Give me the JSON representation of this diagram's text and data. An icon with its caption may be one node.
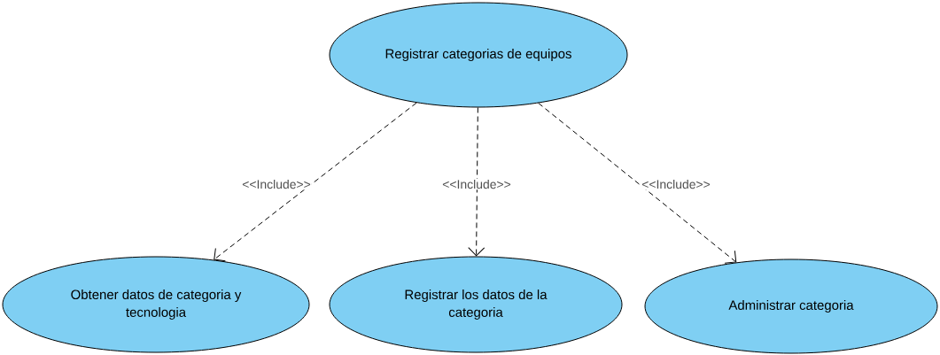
{
  "diagram": {
    "nodes": [
      {
        "text": [
          "Registrar categorias de equipos"
        ]
      },
      {
        "text": [
          "Obtener datos de categoria y tecnologia"
        ]
      },
      {
        "text": [
          "Registrar los datos de la categoria"
        ]
      },
      {
        "text": [
          "Administrar categoria"
        ]
      }
    ],
    "edges": [
      {
        "from": 0,
        "to": 1,
        "arrow": "to",
        "label": "<<Include>>",
        "style": "dashed"
      },
      {
        "from": 0,
        "to": 2,
        "arrow": "to",
        "label": "<<Include>>",
        "style": "dashed"
      },
      {
        "from": 0,
        "to": 3,
        "arrow": "to",
        "label": "<<Include>>",
        "style": "dashed"
      }
    ]
  }
}
